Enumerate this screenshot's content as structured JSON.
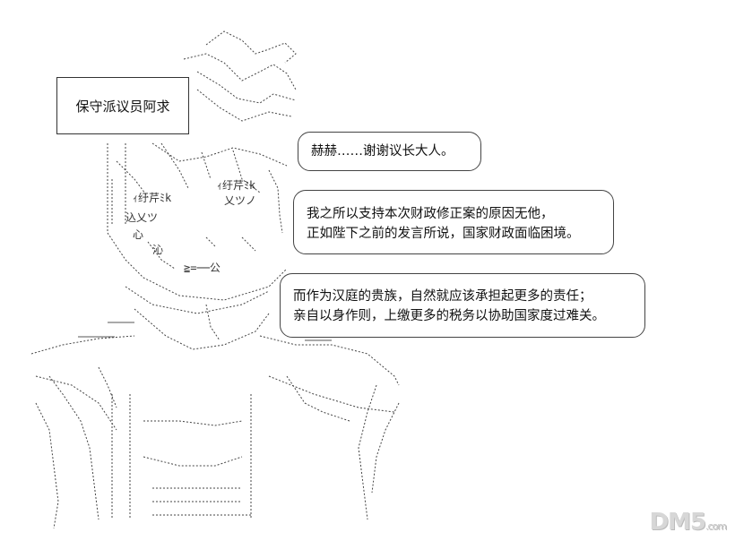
{
  "label_box": {
    "text": "保守派议员阿求"
  },
  "bubbles": [
    {
      "lines": [
        "赫赫……谢谢议长大人。"
      ]
    },
    {
      "lines": [
        "我之所以支持本次财政修正案的原因无他，",
        "正如陛下之前的发言所说，国家财政面临困境。"
      ]
    },
    {
      "lines": [
        "而作为汉庭的贵族，自然就应该承担起更多的责任；",
        "亲自以身作则，上缴更多的税务以协助国家度过难关。"
      ]
    }
  ],
  "aa_fragments": {
    "eyes_left": "ｨ纡芹ﾐk",
    "eyes_right": "ｨ纡芹ﾐk",
    "mouth_left": "込乂ツ",
    "mouth_right": "乂ツノ",
    "chin": "≧=──公",
    "cheek": "沁",
    "heart": "心"
  },
  "watermark": {
    "text": "DM5",
    "suffix": ".com"
  }
}
